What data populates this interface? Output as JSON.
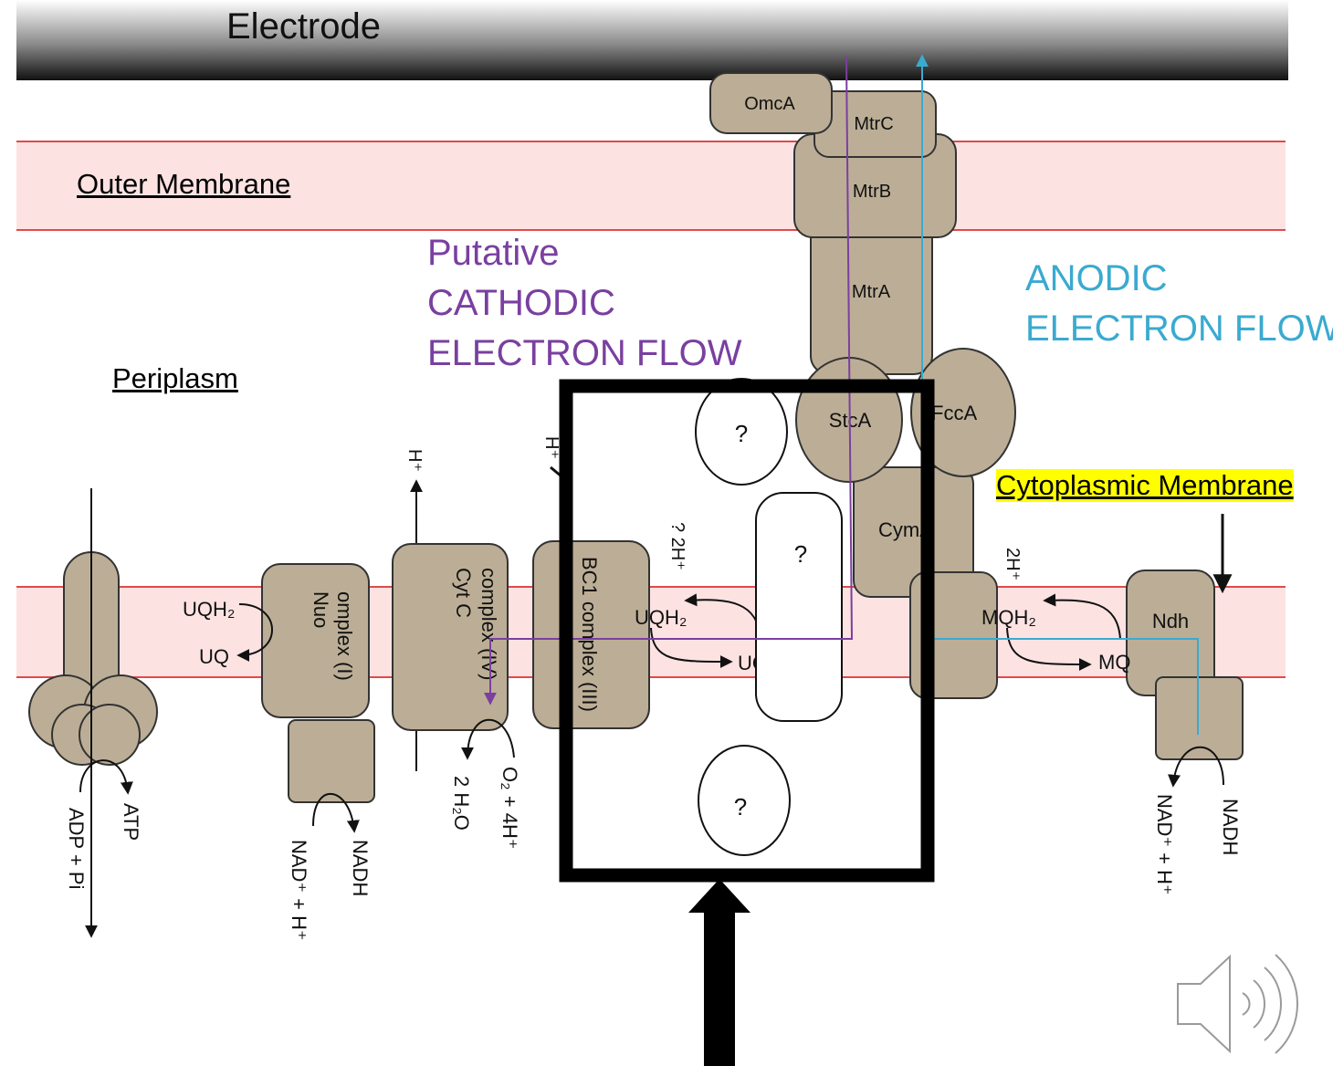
{
  "electrode": {
    "label": "Electrode"
  },
  "labels": {
    "outer_membrane": "Outer Membrane",
    "periplasm": "Periplasm",
    "cytoplasmic_membrane": "Cytoplasmic Membrane"
  },
  "flows": {
    "cathodic": [
      "Putative",
      "CATHODIC",
      "ELECTRON FLOW"
    ],
    "anodic": [
      "ANODIC",
      "ELECTRON FLOW"
    ]
  },
  "proteins": {
    "omca": "OmcA",
    "mtrc": "MtrC",
    "mtrb": "MtrB",
    "mtra": "MtrA",
    "stca": "StcA",
    "fcca": "FccA",
    "cyma": "CymA",
    "ndh": "Ndh",
    "nuo": [
      "Nuo",
      "omplex (I)"
    ],
    "cytc": [
      "Cyt C",
      "complex (IV)"
    ],
    "bc1": "BC1 complex (III)",
    "unknown": "?"
  },
  "species": {
    "uqh2": "UQH₂",
    "uq": "UQ",
    "mqh2": "MQH₂",
    "mq": "MQ",
    "h_plus": "H⁺",
    "two_h_q": "? 2H⁺",
    "two_h": "2H⁺",
    "adp_pi": "ADP + Pi",
    "atp": "ATP",
    "nad_h": "NAD⁺ + H⁺",
    "nadh": "NADH",
    "two_h2o": "2 H₂O",
    "o2_4h": "O₂ + 4H⁺"
  },
  "colors": {
    "protein_fill": "#bcae96",
    "protein_stroke": "#333333",
    "membrane_fill": "#fde2e2",
    "membrane_line": "#e04a4a",
    "cathodic": "#7a3fa0",
    "anodic": "#3aaad0",
    "highlight": "#ffff00"
  },
  "icons": {
    "speaker": "speaker-icon"
  }
}
